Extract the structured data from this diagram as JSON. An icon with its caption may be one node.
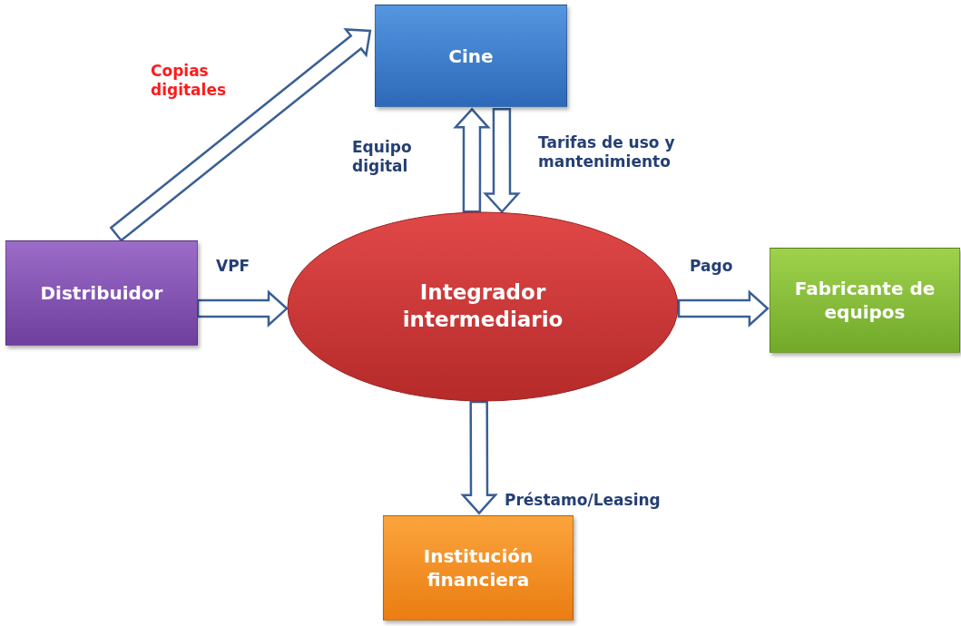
{
  "diagram": {
    "nodes": [
      {
        "text": [
          "Cine"
        ]
      },
      {
        "text": [
          "Distribuidor"
        ]
      },
      {
        "text": [
          "Integrador intermediario"
        ]
      },
      {
        "text": [
          "Fabricante de equipos"
        ]
      },
      {
        "text": [
          "Institución financiera"
        ]
      }
    ],
    "edges": [
      {
        "from": 1,
        "to": 0,
        "arrow": "to",
        "label": "Copias digitales"
      },
      {
        "from": 2,
        "to": 0,
        "arrow": "to",
        "label": "Equipo digital"
      },
      {
        "from": 0,
        "to": 2,
        "arrow": "to",
        "label": "Tarifas de uso y mantenimiento"
      },
      {
        "from": 1,
        "to": 2,
        "arrow": "to",
        "label": "VPF"
      },
      {
        "from": 2,
        "to": 3,
        "arrow": "to",
        "label": "Pago"
      },
      {
        "from": 2,
        "to": 4,
        "arrow": "to",
        "label": "Préstamo/Leasing"
      }
    ]
  }
}
